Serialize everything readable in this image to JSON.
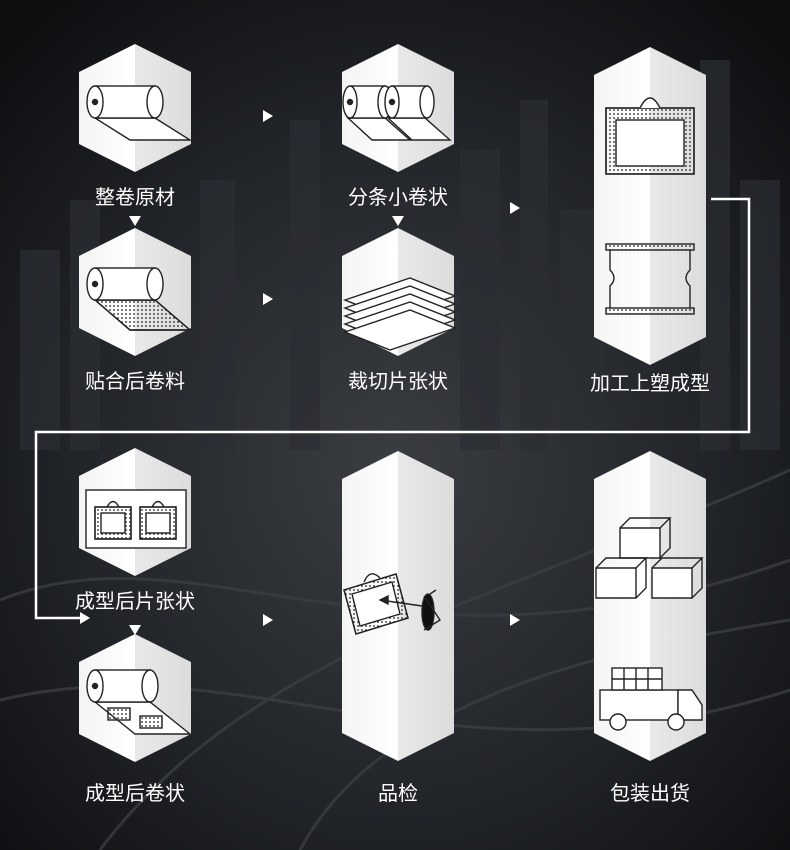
{
  "colors": {
    "background": "#15171a",
    "tile": "#ffffff",
    "tile_shadow": "#d6d6d6",
    "connector": "#ffffff",
    "arrow": "#ffffff",
    "label": "#ffffff"
  },
  "steps": [
    {
      "id": "roll_raw",
      "label": "整卷原材",
      "icon": "single-roll-icon"
    },
    {
      "id": "slit_rolls",
      "label": "分条小卷状",
      "icon": "double-roll-icon"
    },
    {
      "id": "laminated_roll",
      "label": "贴合后卷料",
      "icon": "laminated-roll-icon"
    },
    {
      "id": "cut_sheets",
      "label": "裁切片张状",
      "icon": "stacked-sheets-icon"
    },
    {
      "id": "thermoform",
      "label": "加工上塑成型",
      "icon": "blister-tray-icon"
    },
    {
      "id": "formed_sheets",
      "label": "成型后片张状",
      "icon": "formed-sheet-icon"
    },
    {
      "id": "formed_roll",
      "label": "成型后卷状",
      "icon": "formed-roll-icon"
    },
    {
      "id": "inspection",
      "label": "品检",
      "icon": "inspection-icon"
    },
    {
      "id": "ship",
      "label": "包装出货",
      "icon": "boxes-truck-icon"
    }
  ]
}
